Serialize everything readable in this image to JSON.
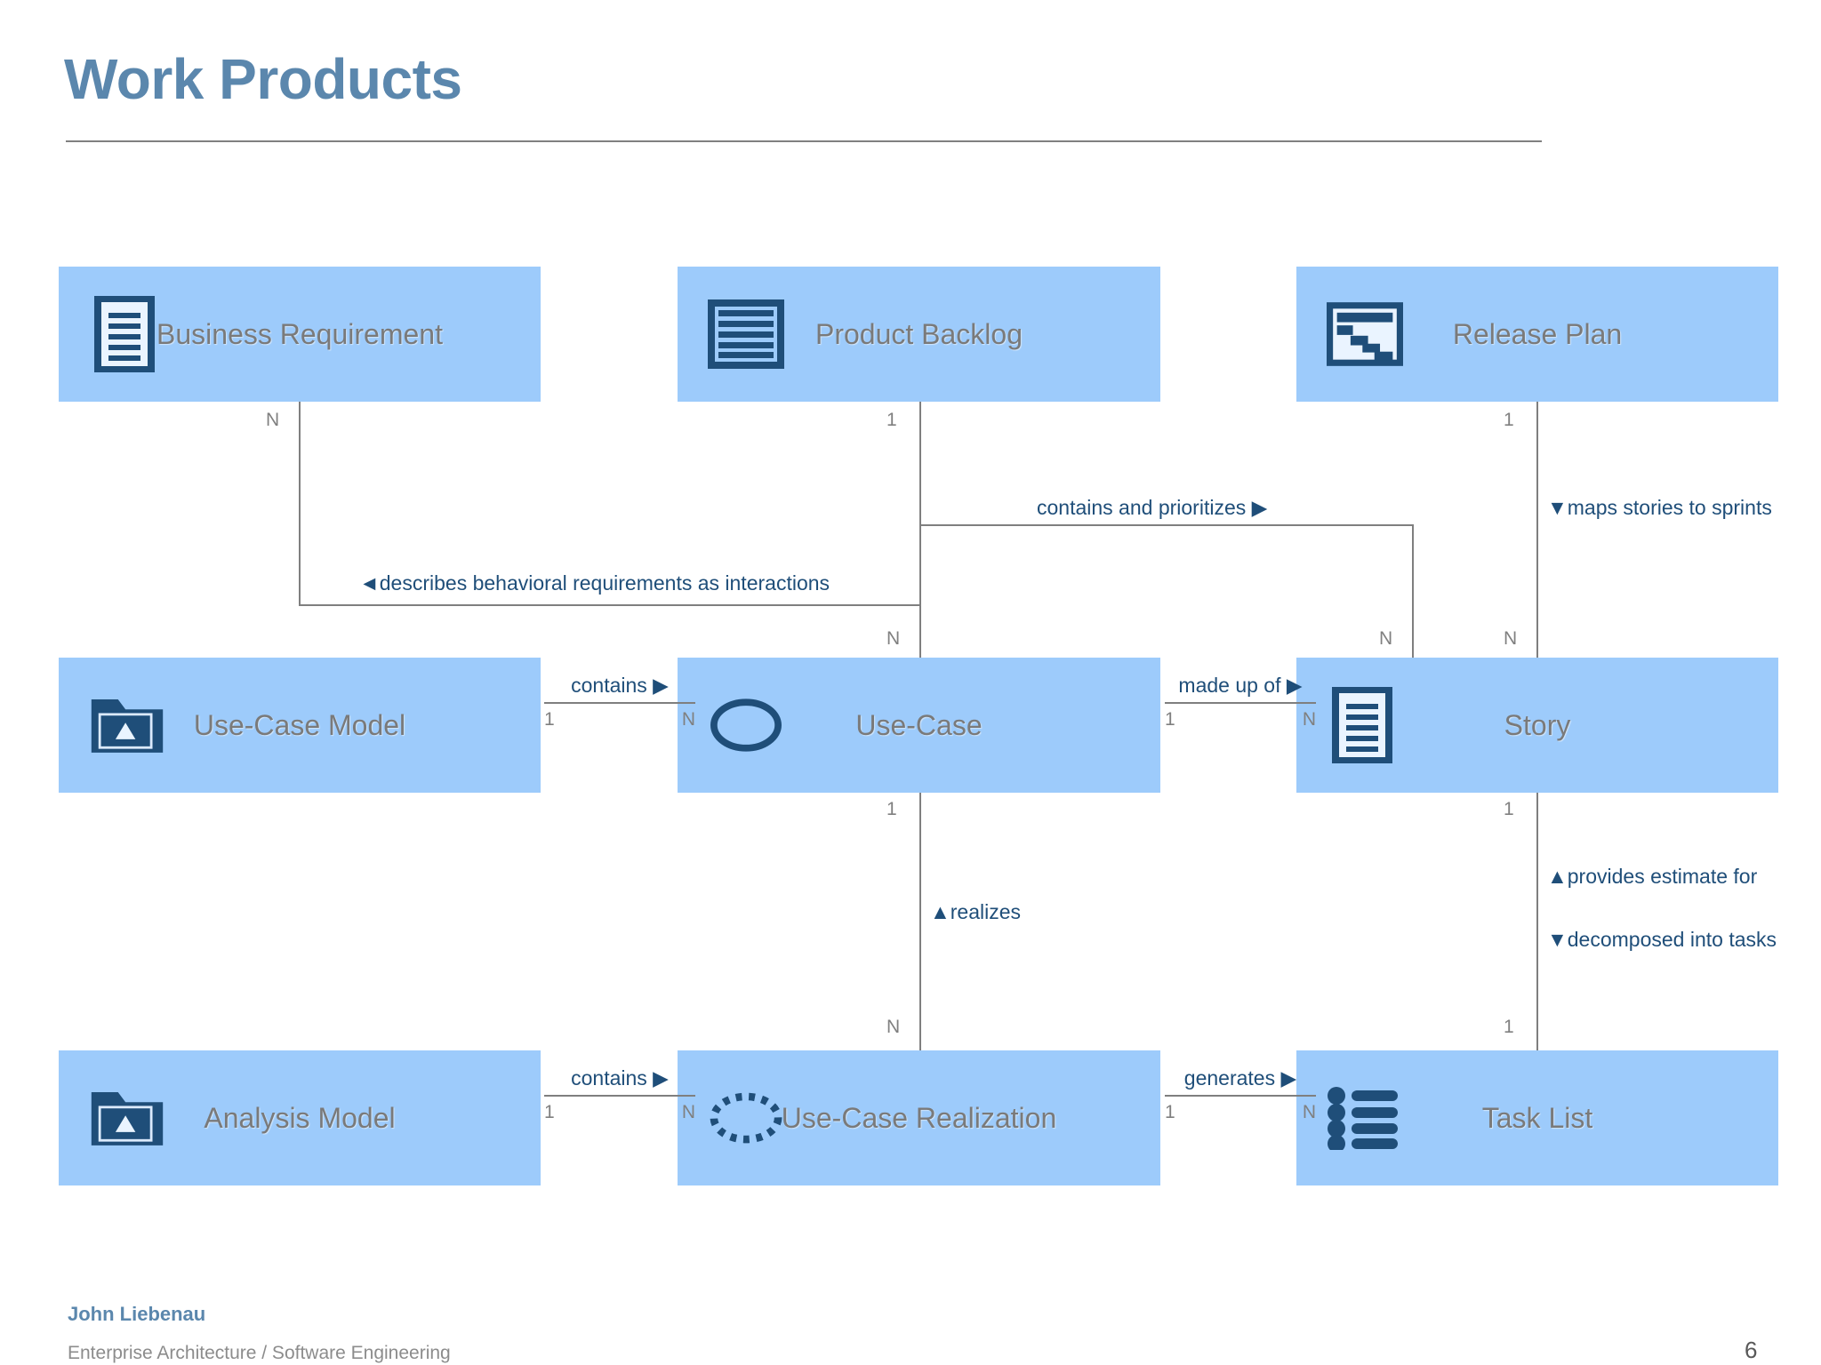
{
  "slide": {
    "title": "Work Products",
    "page_number": "6",
    "footer": {
      "author": "John Liebenau",
      "subtitle": "Enterprise Architecture / Software Engineering"
    }
  },
  "colors": {
    "title_blue": "#5b87ad",
    "box_fill": "#9dcbfb",
    "icon_navy": "#1f4e79",
    "box_label_gray": "#7a7a7a",
    "relation_blue": "#1f4e79",
    "cardinality_gray": "#808080",
    "line_gray": "#7f7f7f"
  },
  "entities": [
    {
      "id": "business-requirement",
      "label": "Business Requirement",
      "icon": "document-lines-icon"
    },
    {
      "id": "product-backlog",
      "label": "Product Backlog",
      "icon": "stacked-rows-icon"
    },
    {
      "id": "release-plan",
      "label": "Release Plan",
      "icon": "gantt-chart-icon"
    },
    {
      "id": "use-case-model",
      "label": "Use-Case Model",
      "icon": "folder-package-icon"
    },
    {
      "id": "use-case",
      "label": "Use-Case",
      "icon": "ellipse-icon"
    },
    {
      "id": "story",
      "label": "Story",
      "icon": "document-lines-icon"
    },
    {
      "id": "analysis-model",
      "label": "Analysis Model",
      "icon": "folder-package-icon"
    },
    {
      "id": "use-case-realization",
      "label": "Use-Case Realization",
      "icon": "dashed-ellipse-icon"
    },
    {
      "id": "task-list",
      "label": "Task List",
      "icon": "bullet-list-icon"
    }
  ],
  "relations": {
    "ucm_contains_uc": {
      "label": "contains ▶",
      "from_card": "1",
      "to_card": "N"
    },
    "uc_madeupof_story": {
      "label": "made up of ▶",
      "from_card": "1",
      "to_card": "N"
    },
    "am_contains_ucr": {
      "label": "contains ▶",
      "from_card": "1",
      "to_card": "N"
    },
    "ucr_generates_tasks": {
      "label": "generates ▶",
      "from_card": "1",
      "to_card": "N"
    },
    "br_describes": {
      "label": "◄describes behavioral requirements as interactions"
    },
    "pb_contains": {
      "label": "contains and prioritizes ▶"
    },
    "rp_maps": {
      "label": "▼maps stories to sprints"
    },
    "uc_realizes": {
      "label": "▲realizes"
    },
    "story_estimate": {
      "label": "▲provides estimate for"
    },
    "story_decomposed": {
      "label": "▼decomposed into tasks"
    }
  },
  "cardinalities": {
    "br_bottom": "N",
    "pb_bottom": "1",
    "rp_bottom": "1",
    "uc_top": "N",
    "story_top_left": "N",
    "story_top_right": "N",
    "uc_bottom": "1",
    "ucr_top": "N",
    "story_bottom": "1",
    "tasklist_top": "1"
  }
}
